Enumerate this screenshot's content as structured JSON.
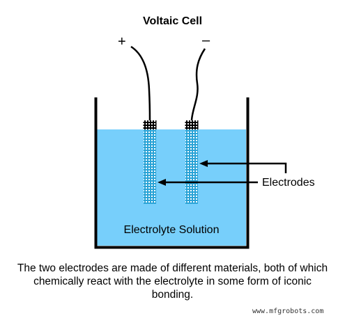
{
  "title": "Voltaic Cell",
  "terminals": {
    "positive": "+",
    "negative": "–"
  },
  "labels": {
    "electrodes": "Electrodes",
    "solution": "Electrolyte Solution"
  },
  "caption": "The two electrodes are made of different materials, both of which chemically react with the electrolyte in some form of iconic bonding.",
  "watermark": "www.mfgrobots.com",
  "colors": {
    "electrolyte": "#77cffb",
    "electrode": "#2aa3d6",
    "electrode_dots": "#ffffff",
    "container": "#000000"
  }
}
